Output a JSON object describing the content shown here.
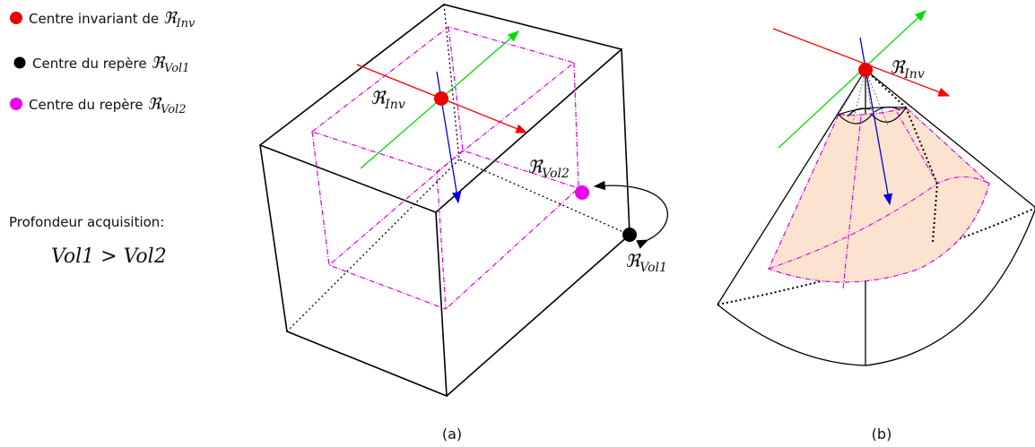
{
  "legend": {
    "item1": {
      "text": "Centre invariant de ",
      "sym": "ℜ",
      "sub": "Inv",
      "color": "#ee0000"
    },
    "item2": {
      "text": "Centre du repère ",
      "sym": "ℜ",
      "sub": "Vol1",
      "color": "#000000"
    },
    "item3": {
      "text": "Centre du repère ",
      "sym": "ℜ",
      "sub": "Vol2",
      "color": "#ee00ee"
    }
  },
  "depth": {
    "title": "Profondeur acquisition:",
    "formula": "Vol1 > Vol2"
  },
  "panel_a": {
    "caption": "(a)",
    "label_inv": {
      "sym": "ℜ",
      "sub": "Inv"
    },
    "label_vol1": {
      "sym": "ℜ",
      "sub": "Vol1"
    },
    "label_vol2": {
      "sym": "ℜ",
      "sub": "Vol2"
    }
  },
  "panel_b": {
    "caption": "(b)",
    "label_inv": {
      "sym": "ℜ",
      "sub": "Inv"
    }
  },
  "colors": {
    "x_axis": "#ff0000",
    "y_axis": "#00dd00",
    "z_axis": "#0000dd",
    "inner_volume": "#dd00dd",
    "sector_fill": "#fbe3cf"
  }
}
